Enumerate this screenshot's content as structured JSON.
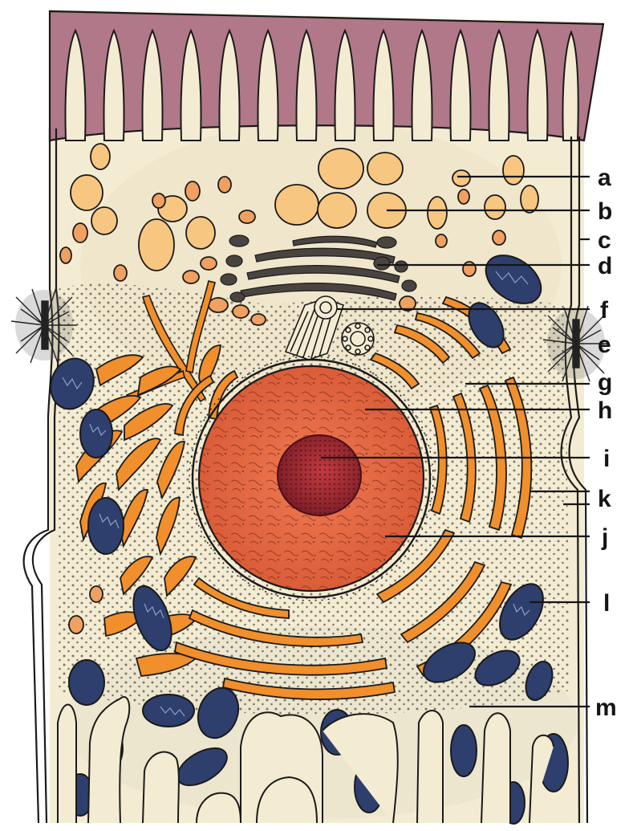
{
  "labels": {
    "a": "a",
    "b": "b",
    "c": "c",
    "d": "d",
    "e": "e",
    "f": "f",
    "g": "g",
    "h": "h",
    "i": "i",
    "j": "j",
    "k": "k",
    "l": "l",
    "m": "m"
  },
  "colors": {
    "microvilli": "#b07888",
    "cytoplasm": "#f4ecd2",
    "vesicle": "#f7c680",
    "small_vesicle": "#f0a060",
    "golgi": "#4a4440",
    "mitochondrion": "#2e3f6e",
    "rough_er": "#f08f2c",
    "nucleus": "#e0603a",
    "nucleolus": "#9a2430",
    "desmosome": "#222222",
    "outline": "#1a1a1a"
  }
}
